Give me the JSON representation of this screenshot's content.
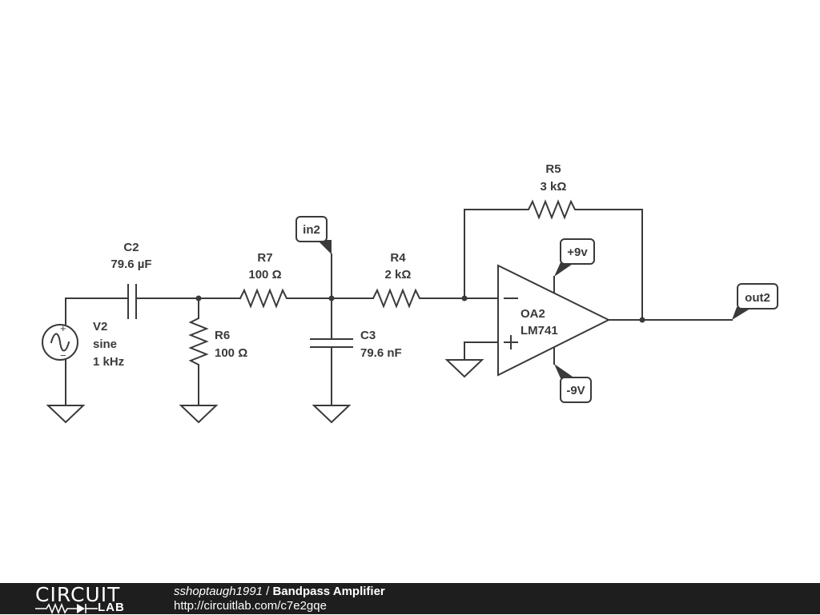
{
  "components": {
    "v2": {
      "name": "V2",
      "type": "sine",
      "freq": "1 kHz"
    },
    "c2": {
      "name": "C2",
      "value": "79.6 µF"
    },
    "r6": {
      "name": "R6",
      "value": "100 Ω"
    },
    "r7": {
      "name": "R7",
      "value": "100 Ω"
    },
    "c3": {
      "name": "C3",
      "value": "79.6 nF"
    },
    "r4": {
      "name": "R4",
      "value": "2 kΩ"
    },
    "r5": {
      "name": "R5",
      "value": "3 kΩ"
    },
    "oa2": {
      "name": "OA2",
      "part": "LM741"
    }
  },
  "tags": {
    "in2": "in2",
    "out2": "out2",
    "vpos": "+9v",
    "vneg": "-9V"
  },
  "footer": {
    "logo_top": "CIRCUIT",
    "logo_bottom": "LAB",
    "author": "sshoptaugh1991",
    "separator": " / ",
    "title": "Bandpass Amplifier",
    "url": "http://circuitlab.com/c7e2gqe"
  },
  "colors": {
    "wire": "#3a3a3a",
    "footer_bg": "#1e1e1e",
    "background": "#ffffff"
  }
}
